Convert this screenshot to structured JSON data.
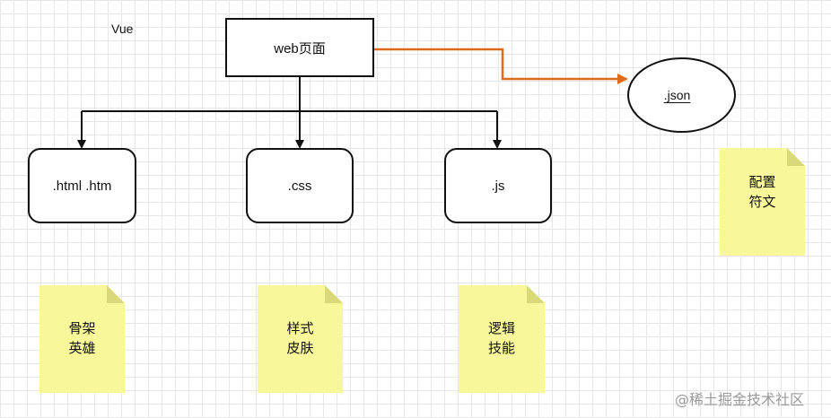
{
  "diagram": {
    "label_top_left": "Vue",
    "root": "web页面",
    "children": [
      ".html .htm",
      ".css",
      ".js"
    ],
    "config_node": ".json",
    "notes": [
      {
        "line1": "骨架",
        "line2": "英雄"
      },
      {
        "line1": "样式",
        "line2": "皮肤"
      },
      {
        "line1": "逻辑",
        "line2": "技能"
      },
      {
        "line1": "配置",
        "line2": "符文"
      }
    ],
    "watermark": "@稀土掘金技术社区"
  },
  "colors": {
    "accent_arrow": "#e06a1b",
    "note_fill": "#f8f89a",
    "stroke": "#111111"
  }
}
